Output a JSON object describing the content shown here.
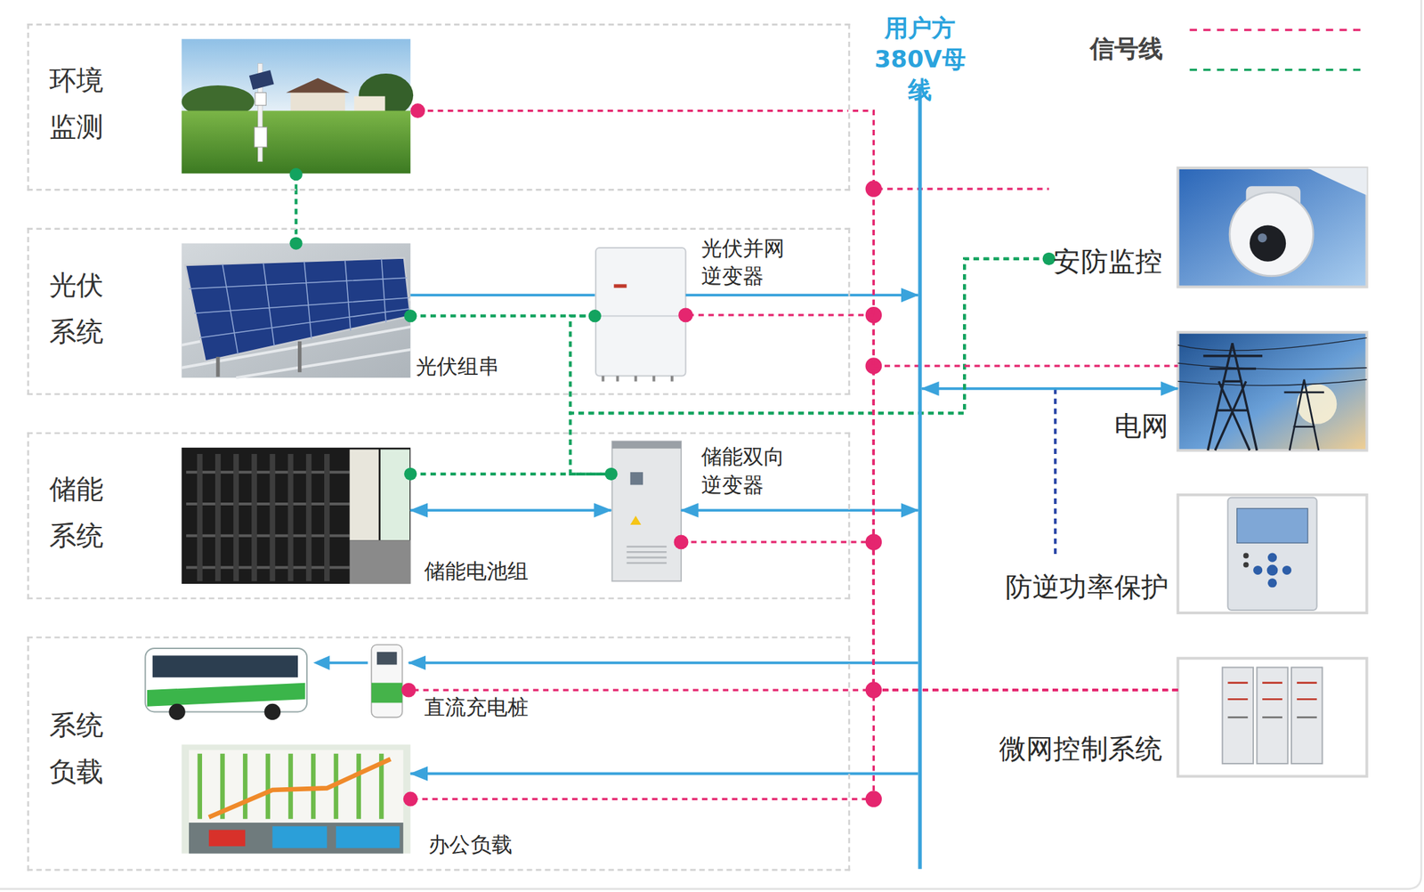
{
  "diagram": {
    "nodes": [
      {
        "text": [
          "环境 监测"
        ]
      },
      {
        "text": [
          "光伏 系统"
        ]
      },
      {
        "text": [
          "光伏组串"
        ],
        "in": 1
      },
      {
        "text": [
          "光伏并网 逆变器"
        ],
        "in": 1
      },
      {
        "text": [
          "储能 系统"
        ]
      },
      {
        "text": [
          "储能电池组"
        ],
        "in": 4
      },
      {
        "text": [
          "储能双向 逆变器"
        ],
        "in": 4
      },
      {
        "text": [
          "系统 负载"
        ]
      },
      {
        "text": [
          "直流充电桩"
        ],
        "in": 7
      },
      {
        "text": [
          "办公负载"
        ],
        "in": 7
      },
      {
        "text": [
          "用户方 380V母线"
        ]
      },
      {
        "text": [
          "安防监控"
        ]
      },
      {
        "text": [
          "电网"
        ]
      },
      {
        "text": [
          "防逆功率保护"
        ]
      },
      {
        "text": [
          "微网控制系统"
        ]
      }
    ],
    "edges": [
      {
        "from": 0,
        "to": 2,
        "arrow": "none"
      },
      {
        "from": 2,
        "to": 3,
        "arrow": "none"
      },
      {
        "from": 3,
        "to": 10,
        "arrow": "to"
      },
      {
        "from": 5,
        "to": 6,
        "arrow": "both"
      },
      {
        "from": 6,
        "to": 10,
        "arrow": "both"
      },
      {
        "from": 10,
        "to": 12,
        "arrow": "both"
      },
      {
        "from": 10,
        "to": 8,
        "arrow": "to"
      },
      {
        "from": 10,
        "to": 9,
        "arrow": "to"
      },
      {
        "from": 2,
        "to": 3,
        "arrow": "none"
      },
      {
        "from": 5,
        "to": 6,
        "arrow": "none"
      },
      {
        "from": 11,
        "to": 3,
        "arrow": "none"
      },
      {
        "from": 11,
        "to": 6,
        "arrow": "none"
      },
      {
        "from": 14,
        "to": 0,
        "arrow": "none"
      },
      {
        "from": 14,
        "to": 11,
        "arrow": "none"
      },
      {
        "from": 14,
        "to": 3,
        "arrow": "none"
      },
      {
        "from": 14,
        "to": 12,
        "arrow": "none"
      },
      {
        "from": 14,
        "to": 6,
        "arrow": "none"
      },
      {
        "from": 14,
        "to": 8,
        "arrow": "none"
      },
      {
        "from": 14,
        "to": 9,
        "arrow": "none"
      }
    ],
    "legend": [
      {
        "text": "信号线"
      }
    ]
  }
}
